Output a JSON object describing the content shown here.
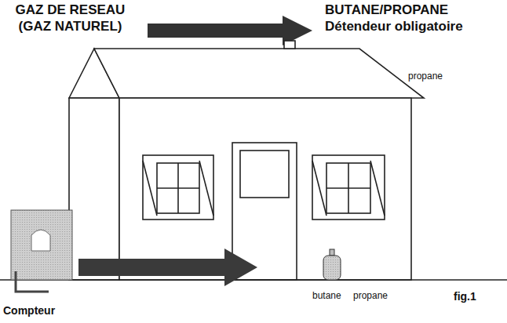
{
  "diagram": {
    "caption": "fig.1",
    "labels": [
      "GAZ DE RESEAU (GAZ NATUREL)",
      "BUTANE/PROPANE Détendeur obligatoire",
      "propane",
      "butane",
      "propane",
      "Compteur"
    ]
  }
}
